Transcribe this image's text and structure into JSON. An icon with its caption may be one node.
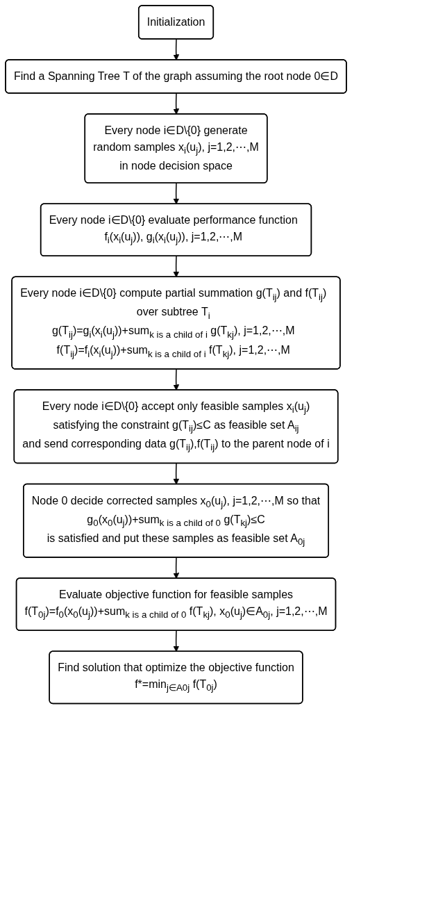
{
  "diagram": {
    "nodes": [
      {
        "text": [
          "Initialization"
        ]
      },
      {
        "text": [
          "Find a Spanning Tree T of the graph assuming the root node 0∈D"
        ]
      },
      {
        "text": [
          "Every node i∈D\\{0} generate",
          "random samples x$_{i}$(u$_{j}$), j=1,2,⋯,M",
          "in node decision space"
        ]
      },
      {
        "text": [
          "Every node i∈D\\{0} evaluate performance function",
          "f$_{i}$(x$_{i}$(u$_{j}$)), g$_{i}$(x$_{i}$(u$_{j}$)), j=1,2,⋯,M"
        ]
      },
      {
        "text": [
          "Every node i∈D\\{0} compute partial summation g(T$_{ij}$) and f(T$_{ij}$)",
          "over subtree T$_{i}$",
          "g(T$_{ij}$)=g$_{i}$(x$_{i}$(u$_{j}$))+sum$_{k is a child of i}$ g(T$_{kj}$), j=1,2,⋯,M",
          "f(T$_{ij}$)=f$_{i}$(x$_{i}$(u$_{j}$))+sum$_{k is a child of i}$ f(T$_{kj}$), j=1,2,⋯,M"
        ]
      },
      {
        "text": [
          "Every node i∈D\\{0} accept only feasible samples x$_{i}$(u$_{j}$)",
          "satisfying the constraint g(T$_{ij}$)≤C as feasible set A$_{ij}$",
          "and send corresponding data g(T$_{ij}$),f(T$_{ij}$) to the parent node of i"
        ]
      },
      {
        "text": [
          "Node 0 decide corrected samples x$_{0}$(u$_{j}$), j=1,2,⋯,M so that",
          "g$_{0}$(x$_{0}$(u$_{j}$))+sum$_{k is a child of 0}$ g(T$_{kj}$)≤C",
          "is satisfied and put these samples as feasible set A$_{0j}$"
        ]
      },
      {
        "text": [
          "Evaluate objective function for feasible samples",
          "f(T$_{0j}$)=f$_{0}$(x$_{0}$(u$_{j}$))+sum$_{k is a child of 0}$ f(T$_{kj}$), x$_{0}$(u$_{j}$)∈A$_{0j}$, j=1,2,⋯,M"
        ]
      },
      {
        "text": [
          "Find solution that optimize the objective function",
          "f*=min$_{j∈A0j}$ f(T$_{0j}$)"
        ]
      }
    ],
    "edges": [
      {
        "from": 0,
        "to": 1,
        "arrow": "to"
      },
      {
        "from": 1,
        "to": 2,
        "arrow": "to"
      },
      {
        "from": 2,
        "to": 3,
        "arrow": "to"
      },
      {
        "from": 3,
        "to": 4,
        "arrow": "to"
      },
      {
        "from": 4,
        "to": 5,
        "arrow": "to"
      },
      {
        "from": 5,
        "to": 6,
        "arrow": "to"
      },
      {
        "from": 6,
        "to": 7,
        "arrow": "to"
      },
      {
        "from": 7,
        "to": 8,
        "arrow": "to"
      }
    ]
  }
}
